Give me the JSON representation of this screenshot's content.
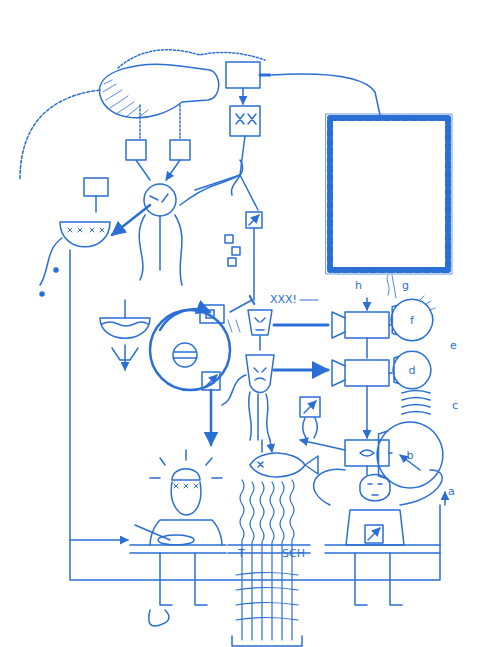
{
  "diagram": {
    "nodes": [
      {
        "text": [
          "f"
        ]
      },
      {
        "text": [
          "d"
        ]
      },
      {
        "text": [
          "b"
        ]
      }
    ],
    "labels": [
      "XXX!",
      "h",
      "g",
      "e",
      "c",
      "a",
      "T",
      "SCH"
    ]
  }
}
